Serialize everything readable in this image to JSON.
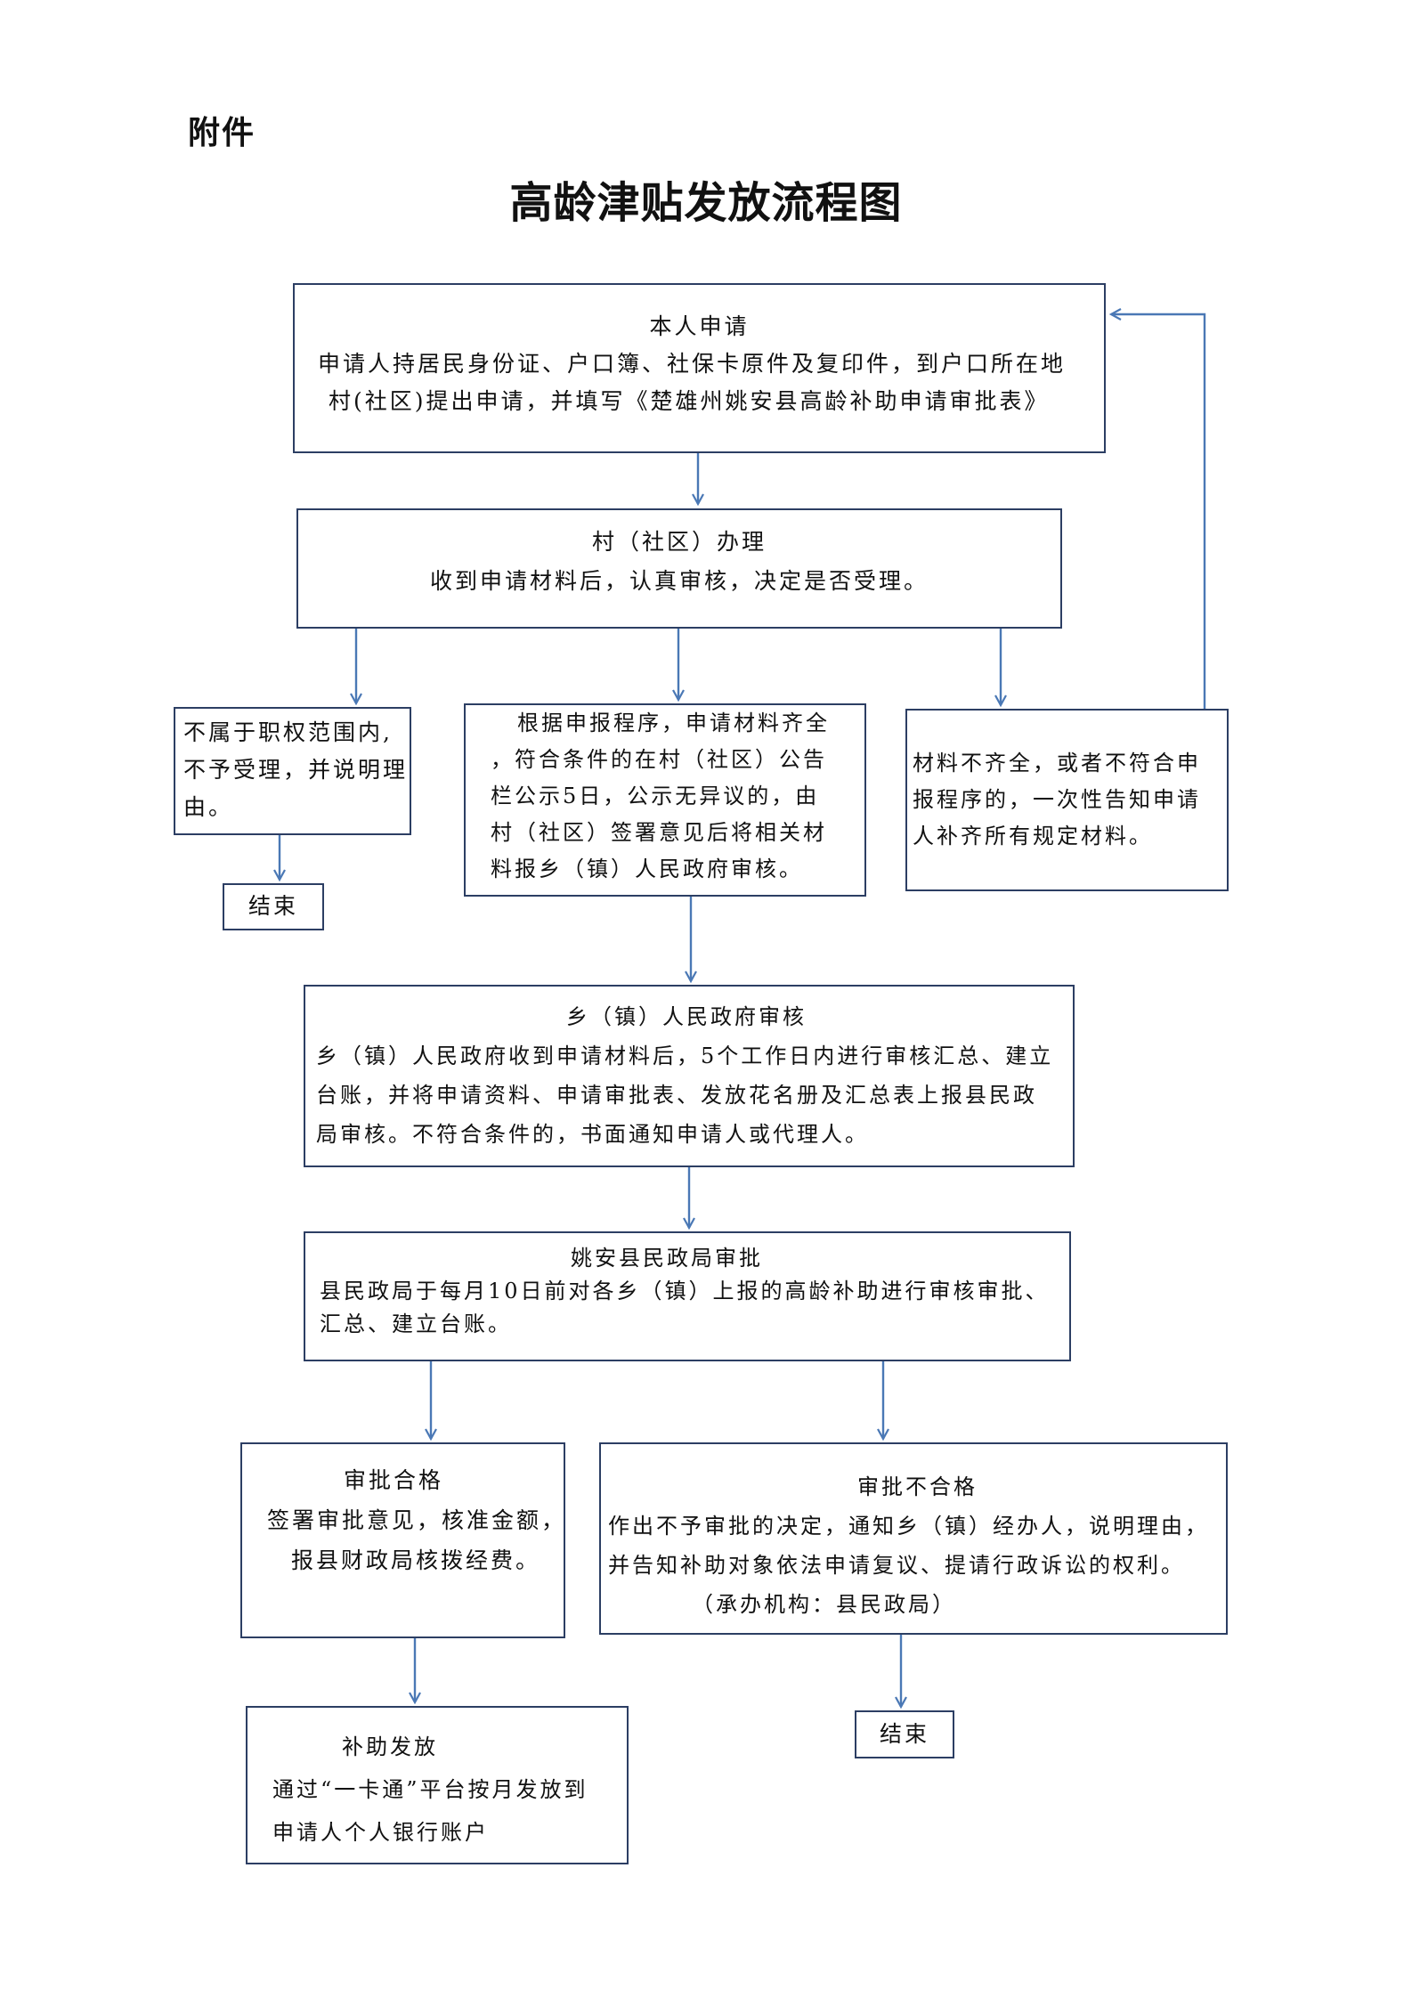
{
  "header": {
    "attachment_label": "附件",
    "title": "高龄津贴发放流程图"
  },
  "nodes": {
    "apply": {
      "heading": "本人申请",
      "line1": "申请人持居民身份证、户口簿、社保卡原件及复印件，到户口所在地",
      "line2": "村(社区)提出申请，并填写《楚雄州姚安县高龄补助申请审批表》"
    },
    "village": {
      "heading": "村（社区）办理",
      "line1": "收到申请材料后，认真审核，决定是否受理。"
    },
    "reject": {
      "line1": "不属于职权范围内,",
      "line2": "不予受理，并说明理",
      "line3": "由。"
    },
    "end1": {
      "label": "结束"
    },
    "publicize": {
      "line1": "根据申报程序，申请材料齐全",
      "line2": "，符合条件的在村（社区）公告",
      "line3": "栏公示5日，公示无异议的，由",
      "line4": "村（社区）签署意见后将相关材",
      "line5": "料报乡（镇）人民政府审核。"
    },
    "incomplete": {
      "line1": "材料不齐全，或者不符合申",
      "line2": "报程序的，一次性告知申请",
      "line3": "人补齐所有规定材料。"
    },
    "town": {
      "heading": "乡（镇）人民政府审核",
      "line1": "乡（镇）人民政府收到申请材料后，5个工作日内进行审核汇总、建立",
      "line2": "台账，并将申请资料、申请审批表、发放花名册及汇总表上报县民政",
      "line3": "局审核。不符合条件的，书面通知申请人或代理人。"
    },
    "county": {
      "heading": "姚安县民政局审批",
      "line1": "县民政局于每月10日前对各乡（镇）上报的高龄补助进行审核审批、",
      "line2": "汇总、建立台账。"
    },
    "approved": {
      "heading": "审批合格",
      "line1": "签署审批意见，核准金额，",
      "line2": "报县财政局核拨经费。"
    },
    "denied": {
      "heading": "审批不合格",
      "line1": "作出不予审批的决定，通知乡（镇）经办人，说明理由，",
      "line2": "并告知补助对象依法申请复议、提请行政诉讼的权利。",
      "line3": "（承办机构：县民政局）"
    },
    "payout": {
      "heading": "补助发放",
      "line1": "通过“一卡通”平台按月发放到",
      "line2": "申请人个人银行账户"
    },
    "end2": {
      "label": "结束"
    }
  },
  "colors": {
    "box_border": "#2c3e63",
    "arrow": "#4a78b5"
  }
}
